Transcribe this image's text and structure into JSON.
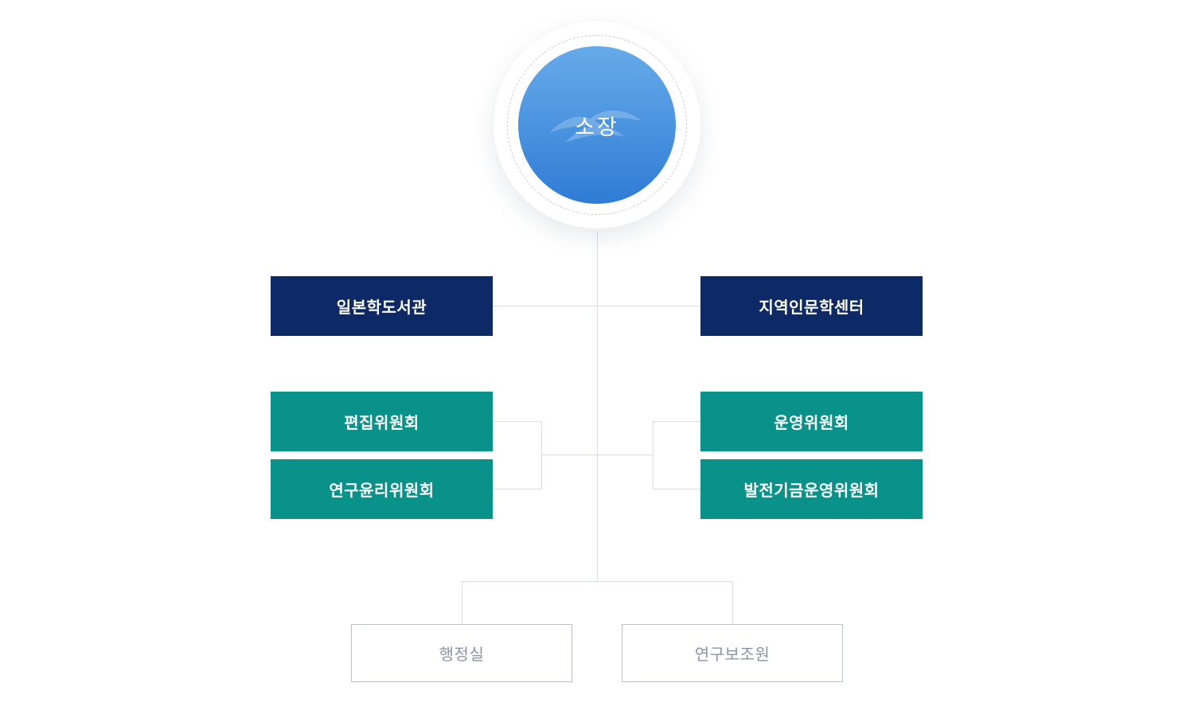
{
  "org_chart": {
    "root": {
      "label": "소장"
    },
    "branches": [
      {
        "label": "일본학도서관"
      },
      {
        "label": "지역인문학센터"
      }
    ],
    "committees_left": [
      {
        "label": "편집위원회"
      },
      {
        "label": "연구윤리위원회"
      }
    ],
    "committees_right": [
      {
        "label": "운영위원회"
      },
      {
        "label": "발전기금운영위원회"
      }
    ],
    "support_units": [
      {
        "label": "행정실"
      },
      {
        "label": "연구보조원"
      }
    ],
    "colors": {
      "navy_box": "#0e2a66",
      "teal_box": "#08928a",
      "circle_gradient_top": "#66abe9",
      "circle_gradient_bottom": "#2f7cd5",
      "connector_line": "#d9dde3",
      "outline_box_border": "#b9c0cb",
      "outline_box_text": "#8a94a8"
    }
  }
}
